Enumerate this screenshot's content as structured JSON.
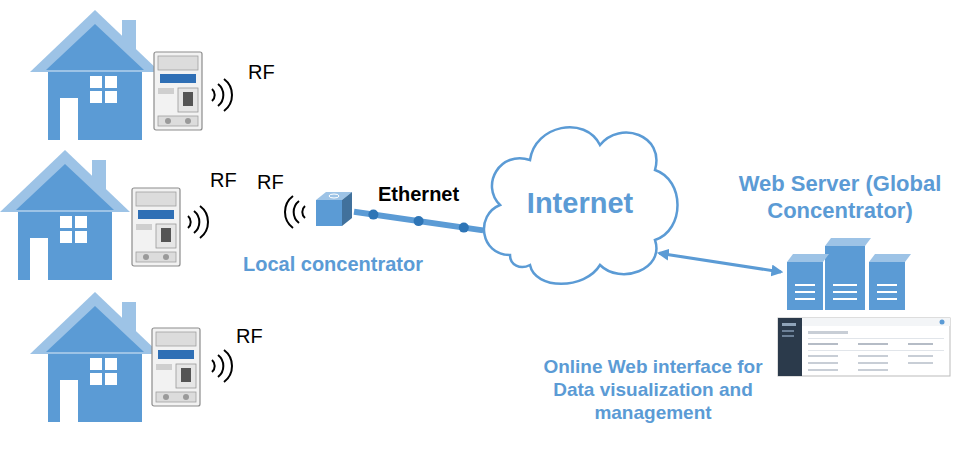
{
  "diagram": {
    "nodes": [
      {
        "text": [
          "Local concentrator"
        ]
      },
      {
        "text": [
          "Internet"
        ]
      },
      {
        "text": [
          "Web Server (Global Concentrator)"
        ]
      }
    ],
    "edges": [
      {
        "from": 0,
        "to": 1,
        "label": "Ethernet",
        "arrow": "none"
      },
      {
        "from": 1,
        "to": 2,
        "arrow": "both"
      }
    ],
    "labels": [
      "RF",
      "RF",
      "RF",
      "RF",
      "Online Web interface for Data visualization and management"
    ]
  }
}
